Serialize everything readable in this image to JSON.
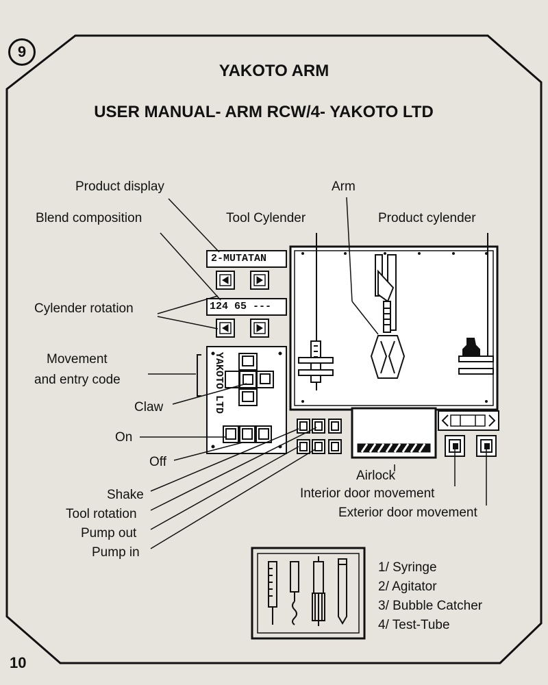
{
  "chapter_number": "9",
  "title": "YAKOTO ARM",
  "subtitle": "USER MANUAL- ARM RCW/4- YAKOTO LTD",
  "labels": {
    "product_display": "Product display",
    "arm": "Arm",
    "blend_composition": "Blend composition",
    "tool_cylender": "Tool Cylender",
    "product_cylender": "Product cylender",
    "cylender_rotation": "Cylender rotation",
    "movement": "Movement",
    "entry_code": "and entry code",
    "claw": "Claw",
    "on": "On",
    "off": "Off",
    "shake": "Shake",
    "tool_rotation": "Tool rotation",
    "pump_out": "Pump out",
    "pump_in": "Pump in",
    "airlock": "Airlock",
    "interior_door": "Interior door movement",
    "exterior_door": "Exterior door movement"
  },
  "screen": {
    "product_display_text": "2-MUTATAN",
    "blend_text": "124 65 ---",
    "panel_brand": "YAKOTO LTD"
  },
  "tools_legend": [
    "1/ Syringe",
    "2/ Agitator",
    "3/ Bubble Catcher",
    "4/ Test-Tube"
  ],
  "page_number": "10"
}
